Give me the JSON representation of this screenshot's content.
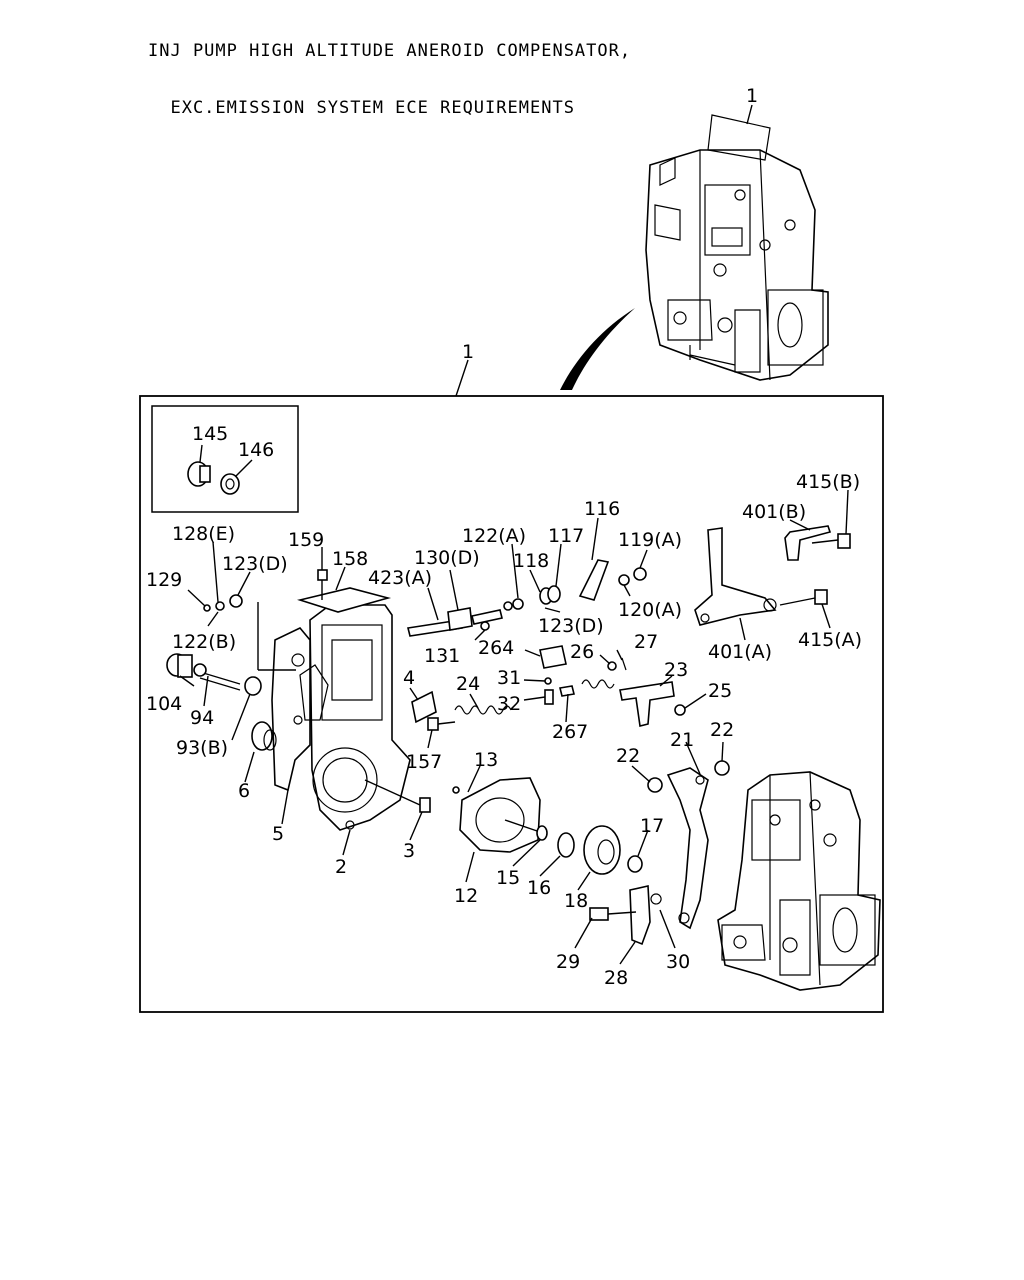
{
  "title": {
    "line1": "INJ PUMP HIGH ALTITUDE ANEROID COMPENSATOR,",
    "line2": "  EXC.EMISSION SYSTEM ECE REQUIREMENTS"
  },
  "callouts": {
    "assembly_top": "1",
    "assembly_frame": "1",
    "p145": "145",
    "p146": "146",
    "p128e": "128(E)",
    "p159": "159",
    "p158": "158",
    "p423a": "423(A)",
    "p130d": "130(D)",
    "p122a": "122(A)",
    "p117": "117",
    "p118": "118",
    "p116": "116",
    "p119a": "119(A)",
    "p401b": "401(B)",
    "p415b": "415(B)",
    "p129": "129",
    "p123d_left": "123(D)",
    "p122b": "122(B)",
    "p131": "131",
    "p264": "264",
    "p123d_mid": "123(D)",
    "p26": "26",
    "p27": "27",
    "p120a": "120(A)",
    "p401a": "401(A)",
    "p415a": "415(A)",
    "p104": "104",
    "p94": "94",
    "p93b": "93(B)",
    "p6": "6",
    "p4": "4",
    "p24": "24",
    "p31": "31",
    "p32": "32",
    "p267": "267",
    "p23": "23",
    "p25": "25",
    "p157": "157",
    "p13": "13",
    "p22_left": "22",
    "p22_right": "22",
    "p21": "21",
    "p5": "5",
    "p3": "3",
    "p2": "2",
    "p12": "12",
    "p15": "15",
    "p16": "16",
    "p17": "17",
    "p18": "18",
    "p29": "29",
    "p28": "28",
    "p30": "30"
  }
}
